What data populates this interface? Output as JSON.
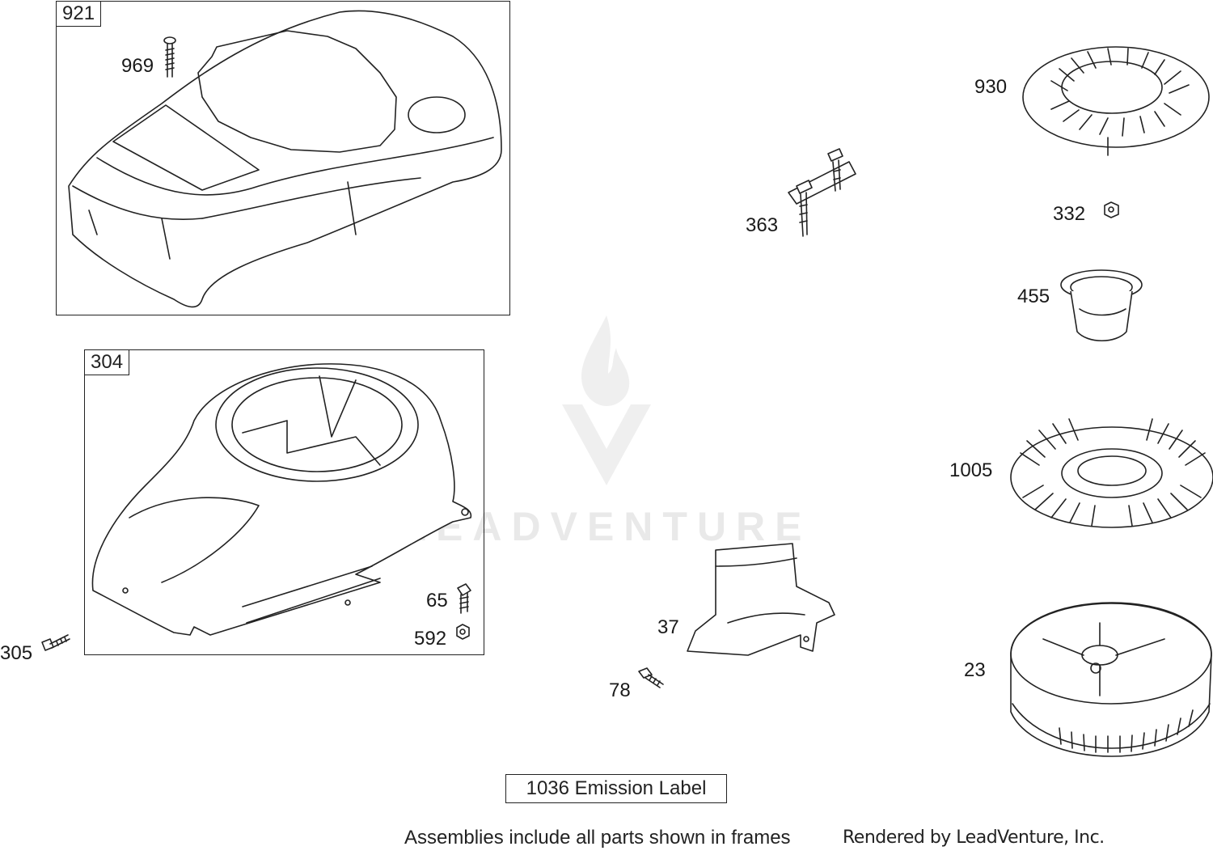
{
  "frames": {
    "frame_921": "921",
    "frame_304": "304"
  },
  "labels": {
    "p969": "969",
    "p305": "305",
    "p65": "65",
    "p592": "592",
    "p363": "363",
    "p37": "37",
    "p78": "78",
    "p930": "930",
    "p332": "332",
    "p455": "455",
    "p1005": "1005",
    "p23": "23"
  },
  "emission_label": "1036 Emission Label",
  "footer": {
    "assemblies_note": "Assemblies include all parts shown in frames",
    "rendered_by": "Rendered by LeadVenture, Inc."
  },
  "watermark": {
    "text": "LEADVENTURE"
  }
}
